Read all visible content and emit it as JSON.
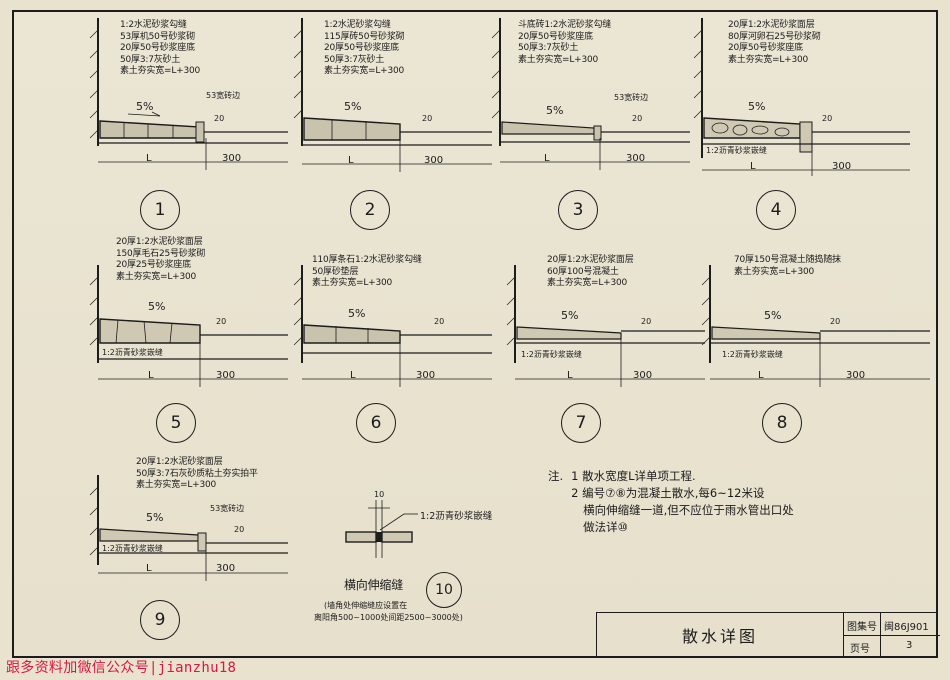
{
  "details": [
    {
      "id": "1",
      "notes": [
        "1:2水泥砂浆勾缝",
        "53厚机50号砂浆砌",
        "20厚50号砂浆座底",
        "50厚3:7灰砂土",
        "素土夯实宽=L+300"
      ],
      "slope": "5%",
      "label_right": "53宽砖边",
      "label_bottom_left": "",
      "dim_L": "L",
      "dim_300": "300",
      "dim_20": "20"
    },
    {
      "id": "2",
      "notes": [
        "1:2水泥砂浆勾缝",
        "115厚砖50号砂浆砌",
        "20厚50号砂浆座底",
        "50厚3:7灰砂土",
        "素土夯实宽=L+300"
      ],
      "slope": "5%",
      "label_right": "",
      "label_bottom_left": "",
      "dim_L": "L",
      "dim_300": "300",
      "dim_20": "20"
    },
    {
      "id": "3",
      "notes": [
        "斗底砖1:2水泥砂浆勾缝",
        "20厚50号砂浆座底",
        "50厚3:7灰砂土",
        "素土夯实宽=L+300"
      ],
      "slope": "5%",
      "label_right": "53宽砖边",
      "label_bottom_left": "",
      "dim_L": "L",
      "dim_300": "300",
      "dim_20": "20"
    },
    {
      "id": "4",
      "notes": [
        "20厚1:2水泥砂浆面层",
        "80厚河卵石25号砂浆砌",
        "20厚50号砂浆座底",
        "素土夯实宽=L+300"
      ],
      "slope": "5%",
      "label_right": "",
      "label_bottom_left": "1:2沥青砂浆嵌缝",
      "dim_L": "L",
      "dim_300": "300",
      "dim_20": "20"
    },
    {
      "id": "5",
      "notes": [
        "20厚1:2水泥砂浆面层",
        "150厚毛石25号砂浆砌",
        "20厚25号砂浆座底",
        "素土夯实宽=L+300"
      ],
      "slope": "5%",
      "label_right": "",
      "label_bottom_left": "1:2沥青砂浆嵌缝",
      "dim_L": "L",
      "dim_300": "300",
      "dim_20": "20"
    },
    {
      "id": "6",
      "notes": [
        "110厚条石1:2水泥砂浆勾缝",
        "50厚砂垫层",
        "素土夯实宽=L+300"
      ],
      "slope": "5%",
      "label_right": "",
      "label_bottom_left": "",
      "dim_L": "L",
      "dim_300": "300",
      "dim_20": "20"
    },
    {
      "id": "7",
      "notes": [
        "20厚1:2水泥砂浆面层",
        "60厚100号混凝土",
        "素土夯实宽=L+300"
      ],
      "slope": "5%",
      "label_right": "",
      "label_bottom_left": "1:2沥青砂浆嵌缝",
      "dim_L": "L",
      "dim_300": "300",
      "dim_20": "20"
    },
    {
      "id": "8",
      "notes": [
        "70厚150号混凝土随捣随抹",
        "素土夯实宽=L+300"
      ],
      "slope": "5%",
      "label_right": "",
      "label_bottom_left": "1:2沥青砂浆嵌缝",
      "dim_L": "L",
      "dim_300": "300",
      "dim_20": "20"
    },
    {
      "id": "9",
      "notes": [
        "20厚1:2水泥砂浆面层",
        "50厚3:7石灰砂质粘土夯实拍平",
        "素土夯实宽=L+300"
      ],
      "slope": "5%",
      "label_right": "53宽砖边",
      "label_bottom_left": "1:2沥青砂浆嵌缝",
      "dim_L": "L",
      "dim_300": "300",
      "dim_20": "20"
    }
  ],
  "joint_detail": {
    "id": "10",
    "dim": "10",
    "label": "1:2沥青砂浆嵌缝",
    "title": "横向伸缩缝",
    "note_line1": "(墙角处伸缩缝应设置在",
    "note_line2": "离阳角500~1000处间距2500~3000处)"
  },
  "general_notes": {
    "heading": "注.",
    "items": [
      "1 散水宽度L详单项工程.",
      "2 编号⑦⑧为混凝土散水,每6~12米设",
      "横向伸缩缝一道,但不应位于雨水管出口处",
      "做法详⑩"
    ]
  },
  "title_block": {
    "title": "散水详图",
    "atlas_label": "图集号",
    "atlas_no": "闽86J901",
    "page_label": "页号",
    "page_no": "3"
  },
  "footer_watermark": "跟多资料加微信公众号|jianzhu18"
}
